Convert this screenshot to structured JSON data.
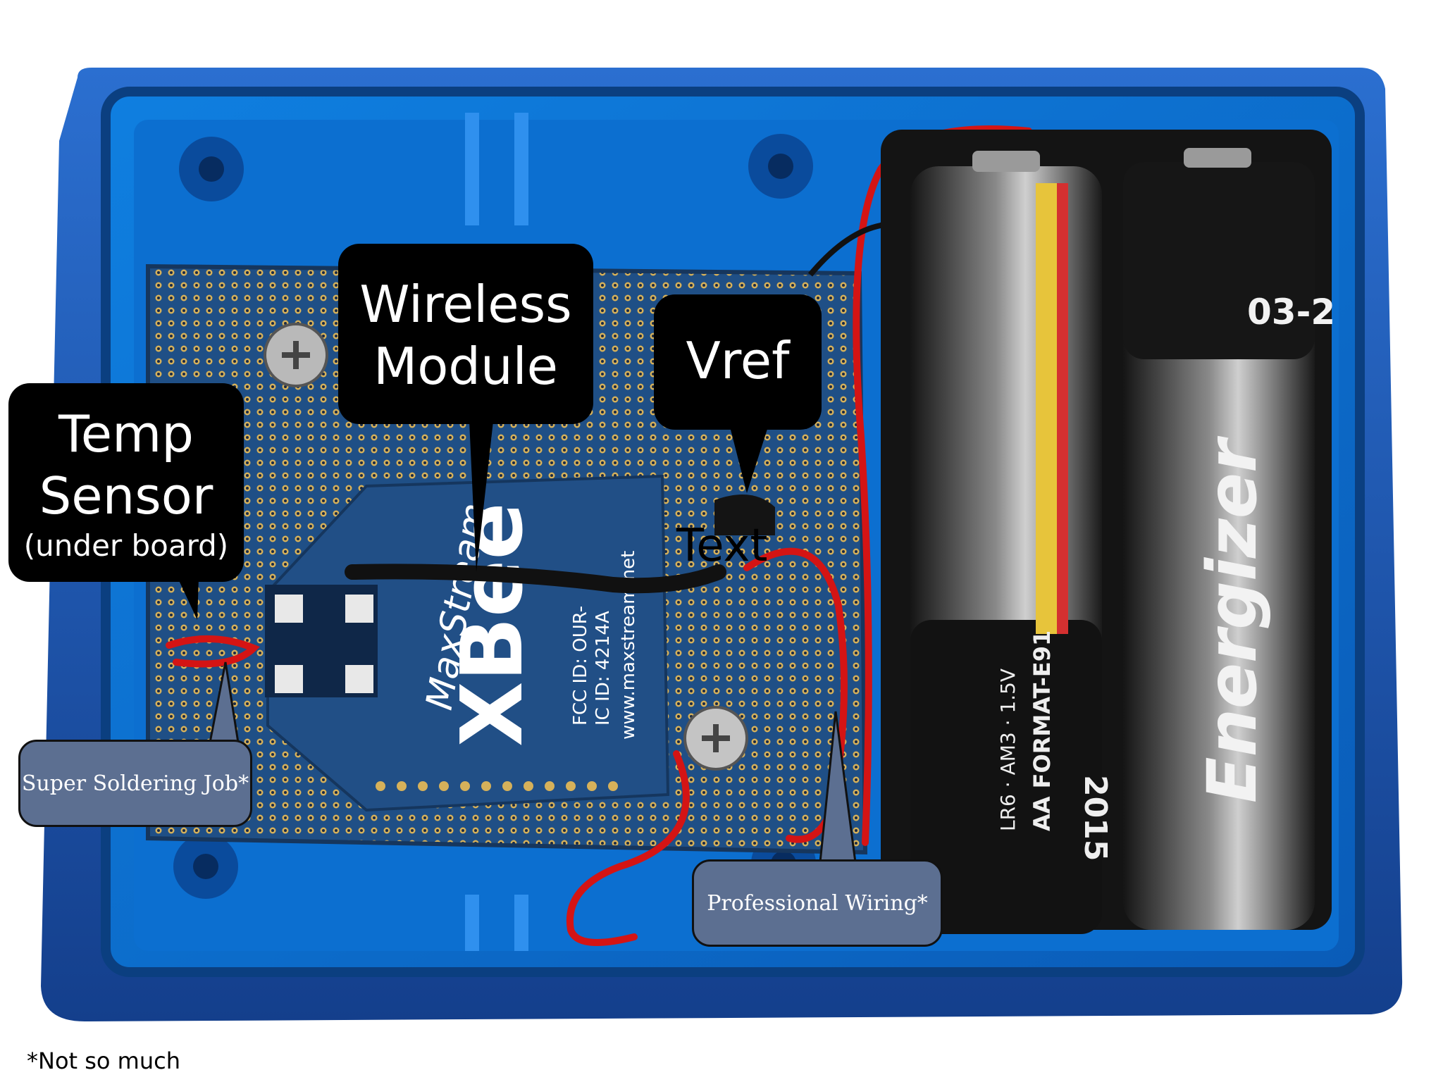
{
  "callouts": {
    "temp_sensor": {
      "line1": "Temp",
      "line2": "Sensor",
      "note": "(under board)"
    },
    "wireless_module": {
      "line1": "Wireless",
      "line2": "Module"
    },
    "vref": {
      "label": "Vref"
    },
    "soldering": {
      "label": "Super Soldering Job*"
    },
    "wiring": {
      "label": "Professional Wiring*"
    }
  },
  "overlay_text": "Text",
  "footnote": "*Not so much",
  "printed_markings": {
    "xbee_logo": "XBee",
    "maxstream_logo": "MaxStream",
    "fcc_id": "FCC ID: OUR-",
    "ic_id": "IC ID: 4214A",
    "website": "www.maxstream.net",
    "battery_brand": "Energizer",
    "battery_type": "AA FORMAT-E91",
    "battery_spec": "LR6 · AM3 · 1.5V",
    "battery_date": "03-2",
    "battery_year": "2015"
  },
  "colors": {
    "enclosure_blue": "#1a5fb4",
    "board_blue": "#1d4e7c",
    "callout_black": "#000000",
    "callout_blue": "#5c6f91",
    "wire_red": "#d41414"
  }
}
